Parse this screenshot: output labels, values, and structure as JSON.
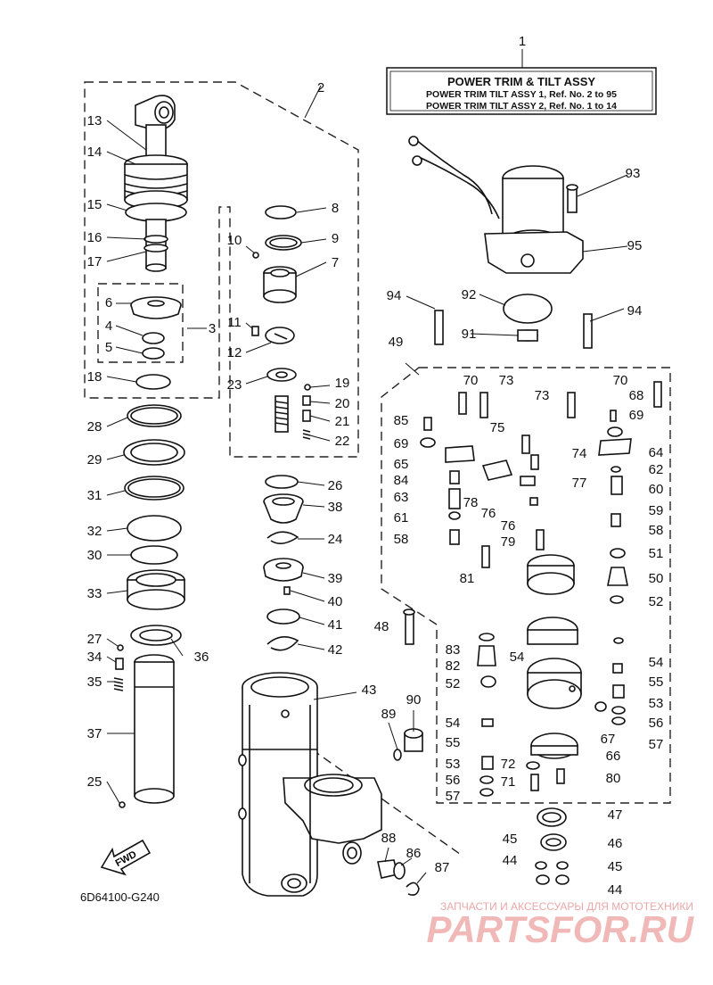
{
  "title_box": {
    "heading": "POWER TRIM & TILT ASSY",
    "line1": "POWER TRIM TILT ASSY 1,  Ref. No. 2 to 95",
    "line2": "POWER TRIM TILT ASSY 2,  Ref. No. 1 to 14"
  },
  "diagram_code": "6D64100-G240",
  "fwd_label": "FWD",
  "watermark": {
    "small": "ЗАПЧАСТИ И АКСЕССУАРЫ ДЛЯ МОТОТЕХНИКИ",
    "large": "PARTSFOR.RU"
  },
  "callouts": [
    "1",
    "2",
    "3",
    "4",
    "5",
    "6",
    "7",
    "8",
    "9",
    "10",
    "11",
    "12",
    "13",
    "14",
    "15",
    "16",
    "17",
    "18",
    "19",
    "20",
    "21",
    "22",
    "23",
    "24",
    "25",
    "26",
    "27",
    "28",
    "29",
    "30",
    "31",
    "32",
    "33",
    "34",
    "35",
    "36",
    "37",
    "38",
    "39",
    "40",
    "41",
    "42",
    "43",
    "44",
    "44",
    "45",
    "45",
    "46",
    "47",
    "48",
    "49",
    "50",
    "51",
    "52",
    "52",
    "53",
    "53",
    "54",
    "54",
    "54",
    "55",
    "55",
    "56",
    "56",
    "57",
    "57",
    "58",
    "58",
    "59",
    "60",
    "61",
    "62",
    "63",
    "64",
    "65",
    "66",
    "67",
    "68",
    "69",
    "69",
    "70",
    "70",
    "71",
    "72",
    "73",
    "73",
    "74",
    "75",
    "76",
    "76",
    "77",
    "78",
    "79",
    "80",
    "81",
    "82",
    "83",
    "84",
    "85",
    "86",
    "87",
    "88",
    "89",
    "90",
    "91",
    "92",
    "93",
    "94",
    "94",
    "95"
  ]
}
